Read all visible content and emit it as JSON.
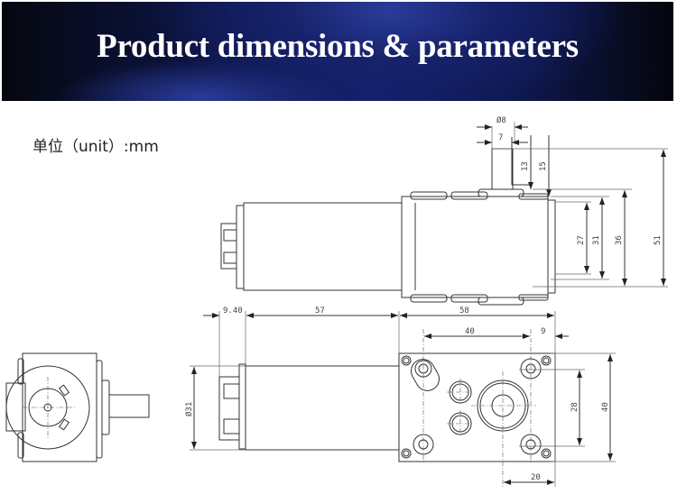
{
  "header": {
    "title": "Product dimensions & parameters"
  },
  "unit_label": "单位（unit）:mm",
  "top_view": {
    "dims": {
      "shaft_diameter": "Ø8",
      "shaft_flat": "7",
      "h13": "13",
      "h15": "15",
      "h27": "27",
      "h31": "31",
      "h36": "36",
      "h51": "51"
    }
  },
  "front_view": {
    "dims": {
      "connector": "9.40",
      "motor_length": "57",
      "gearbox_length": "58",
      "hole_spacing_x": "40",
      "edge_9": "9",
      "motor_diameter": "Ø31",
      "hole_spacing_y": "28",
      "gearbox_height": "40",
      "shaft_offset": "20"
    }
  },
  "colors": {
    "banner": "#142070",
    "title": "#ffffff",
    "line": "#333333"
  }
}
